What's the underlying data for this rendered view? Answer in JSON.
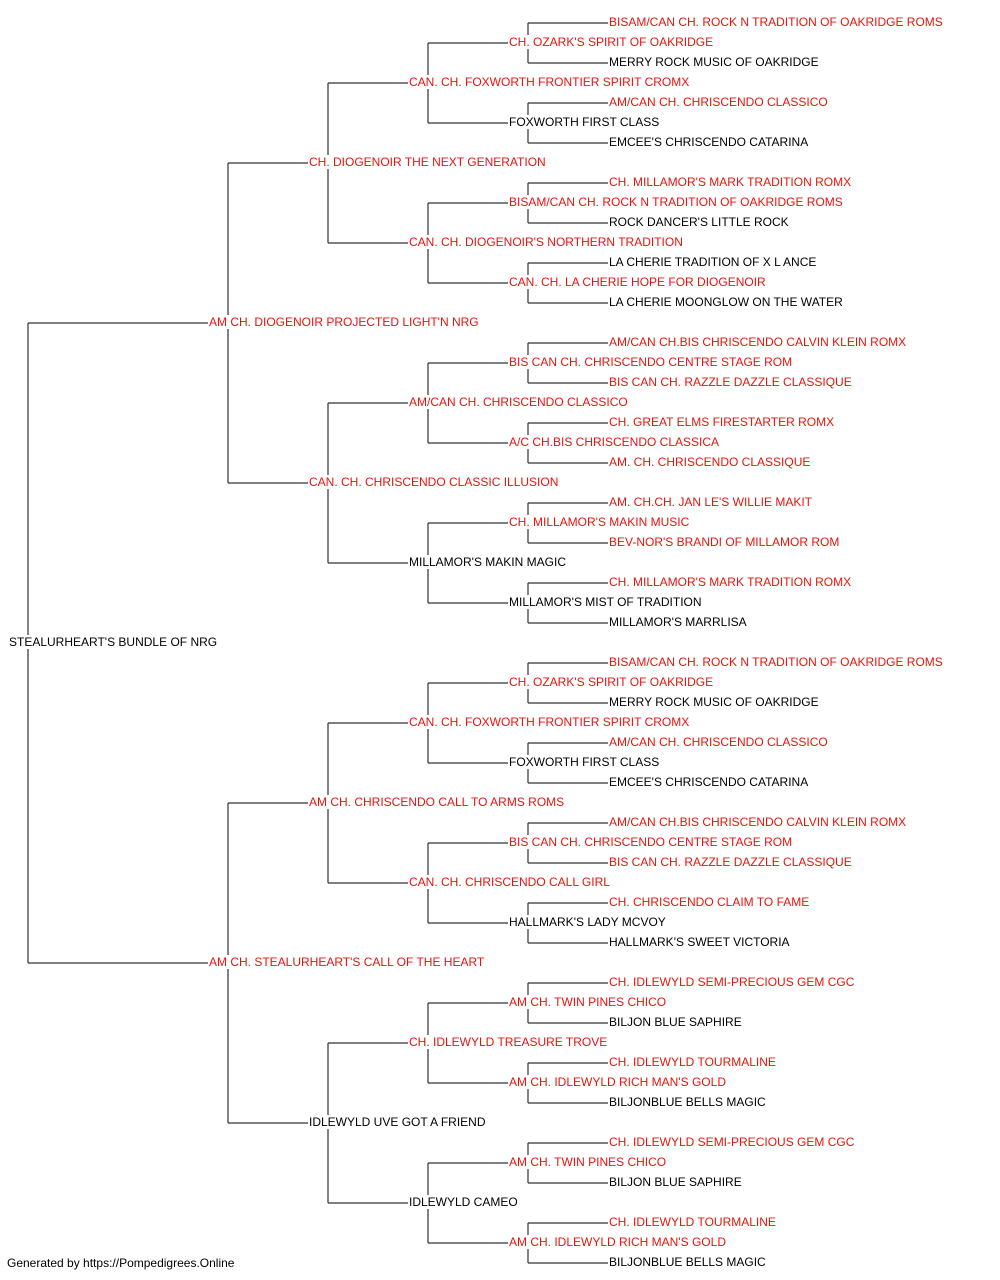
{
  "colors": {
    "champion": "#e8140c",
    "regular": "#000000",
    "line": "#333333"
  },
  "pedigree": {
    "name": "STEALURHEART'S BUNDLE OF NRG",
    "champion": false,
    "sire": {
      "name": "AM CH. DIOGENOIR PROJECTED LIGHT'N NRG",
      "champion": true,
      "sire": {
        "name": "CH. DIOGENOIR THE NEXT GENERATION",
        "champion": true,
        "sire": {
          "name": "CAN. CH. FOXWORTH FRONTIER SPIRIT CROMX",
          "champion": true,
          "sire": {
            "name": "CH. OZARK'S SPIRIT OF OAKRIDGE",
            "champion": true,
            "sire": {
              "name": "BISAM/CAN CH. ROCK N TRADITION OF OAKRIDGE ROMS",
              "champion": true
            },
            "dam": {
              "name": "MERRY ROCK MUSIC OF OAKRIDGE",
              "champion": false
            }
          },
          "dam": {
            "name": "FOXWORTH FIRST CLASS",
            "champion": false,
            "sire": {
              "name": "AM/CAN CH. CHRISCENDO CLASSICO",
              "champion": true
            },
            "dam": {
              "name": "EMCEE'S CHRISCENDO CATARINA",
              "champion": false
            }
          }
        },
        "dam": {
          "name": "CAN. CH. DIOGENOIR'S NORTHERN TRADITION",
          "champion": true,
          "sire": {
            "name": "BISAM/CAN CH. ROCK N TRADITION OF OAKRIDGE ROMS",
            "champion": true,
            "sire": {
              "name": "CH. MILLAMOR'S MARK TRADITION ROMX",
              "champion": true
            },
            "dam": {
              "name": "ROCK DANCER'S LITTLE ROCK",
              "champion": false
            }
          },
          "dam": {
            "name": "CAN. CH. LA CHERIE HOPE FOR DIOGENOIR",
            "champion": true,
            "sire": {
              "name": "LA CHERIE TRADITION OF X L ANCE",
              "champion": false
            },
            "dam": {
              "name": "LA CHERIE MOONGLOW ON THE WATER",
              "champion": false
            }
          }
        }
      },
      "dam": {
        "name": "CAN. CH. CHRISCENDO CLASSIC ILLUSION",
        "champion": true,
        "sire": {
          "name": "AM/CAN CH. CHRISCENDO CLASSICO",
          "champion": true,
          "sire": {
            "name": "BIS CAN CH. CHRISCENDO CENTRE STAGE ROM",
            "champion": true,
            "sire": {
              "name": "AM/CAN CH.BIS CHRISCENDO CALVIN KLEIN ROMX",
              "champion": true
            },
            "dam": {
              "name": "BIS CAN CH. RAZZLE DAZZLE CLASSIQUE",
              "champion": true
            }
          },
          "dam": {
            "name": "A/C CH.BIS CHRISCENDO CLASSICA",
            "champion": true,
            "sire": {
              "name": "CH. GREAT ELMS FIRESTARTER ROMX",
              "champion": true
            },
            "dam": {
              "name": "AM. CH. CHRISCENDO CLASSIQUE",
              "champion": true
            }
          }
        },
        "dam": {
          "name": "MILLAMOR'S MAKIN MAGIC",
          "champion": false,
          "sire": {
            "name": "CH. MILLAMOR'S MAKIN MUSIC",
            "champion": true,
            "sire": {
              "name": "AM. CH.CH. JAN LE'S WILLIE MAKIT",
              "champion": true
            },
            "dam": {
              "name": "BEV-NOR'S BRANDI OF MILLAMOR ROM",
              "champion": true
            }
          },
          "dam": {
            "name": "MILLAMOR'S MIST OF TRADITION",
            "champion": false,
            "sire": {
              "name": "CH. MILLAMOR'S MARK TRADITION ROMX",
              "champion": true
            },
            "dam": {
              "name": "MILLAMOR'S MARRLISA",
              "champion": false
            }
          }
        }
      }
    },
    "dam": {
      "name": "AM CH. STEALURHEART'S CALL OF THE HEART",
      "champion": true,
      "sire": {
        "name": "AM CH. CHRISCENDO CALL TO ARMS ROMS",
        "champion": true,
        "sire": {
          "name": "CAN. CH. FOXWORTH FRONTIER SPIRIT CROMX",
          "champion": true,
          "sire": {
            "name": "CH. OZARK'S SPIRIT OF OAKRIDGE",
            "champion": true,
            "sire": {
              "name": "BISAM/CAN CH. ROCK N TRADITION OF OAKRIDGE ROMS",
              "champion": true
            },
            "dam": {
              "name": "MERRY ROCK MUSIC OF OAKRIDGE",
              "champion": false
            }
          },
          "dam": {
            "name": "FOXWORTH FIRST CLASS",
            "champion": false,
            "sire": {
              "name": "AM/CAN CH. CHRISCENDO CLASSICO",
              "champion": true
            },
            "dam": {
              "name": "EMCEE'S CHRISCENDO CATARINA",
              "champion": false
            }
          }
        },
        "dam": {
          "name": "CAN. CH. CHRISCENDO CALL GIRL",
          "champion": true,
          "sire": {
            "name": "BIS CAN CH. CHRISCENDO CENTRE STAGE ROM",
            "champion": true,
            "sire": {
              "name": "AM/CAN CH.BIS CHRISCENDO CALVIN KLEIN ROMX",
              "champion": true
            },
            "dam": {
              "name": "BIS CAN CH. RAZZLE DAZZLE CLASSIQUE",
              "champion": true
            }
          },
          "dam": {
            "name": "HALLMARK'S LADY MCVOY",
            "champion": false,
            "sire": {
              "name": "CH. CHRISCENDO CLAIM TO FAME",
              "champion": true
            },
            "dam": {
              "name": "HALLMARK'S SWEET VICTORIA",
              "champion": false
            }
          }
        }
      },
      "dam": {
        "name": "IDLEWYLD UVE GOT A FRIEND",
        "champion": false,
        "sire": {
          "name": "CH. IDLEWYLD TREASURE TROVE",
          "champion": true,
          "sire": {
            "name": "AM CH. TWIN PINES CHICO",
            "champion": true,
            "sire": {
              "name": "CH. IDLEWYLD SEMI-PRECIOUS GEM CGC",
              "champion": true
            },
            "dam": {
              "name": "BILJON BLUE SAPHIRE",
              "champion": false
            }
          },
          "dam": {
            "name": "AM CH. IDLEWYLD RICH MAN'S GOLD",
            "champion": true,
            "sire": {
              "name": "CH. IDLEWYLD TOURMALINE",
              "champion": true
            },
            "dam": {
              "name": "BILJONBLUE BELLS MAGIC",
              "champion": false
            }
          }
        },
        "dam": {
          "name": "IDLEWYLD CAMEO",
          "champion": false,
          "sire": {
            "name": "AM CH. TWIN PINES CHICO",
            "champion": true,
            "sire": {
              "name": "CH. IDLEWYLD SEMI-PRECIOUS GEM CGC",
              "champion": true
            },
            "dam": {
              "name": "BILJON BLUE SAPHIRE",
              "champion": false
            }
          },
          "dam": {
            "name": "AM CH. IDLEWYLD RICH MAN'S GOLD",
            "champion": true,
            "sire": {
              "name": "CH. IDLEWYLD TOURMALINE",
              "champion": true
            },
            "dam": {
              "name": "BILJONBLUE BELLS MAGIC",
              "champion": false
            }
          }
        }
      }
    }
  },
  "footer": "Generated by https://Pompedigrees.Online"
}
